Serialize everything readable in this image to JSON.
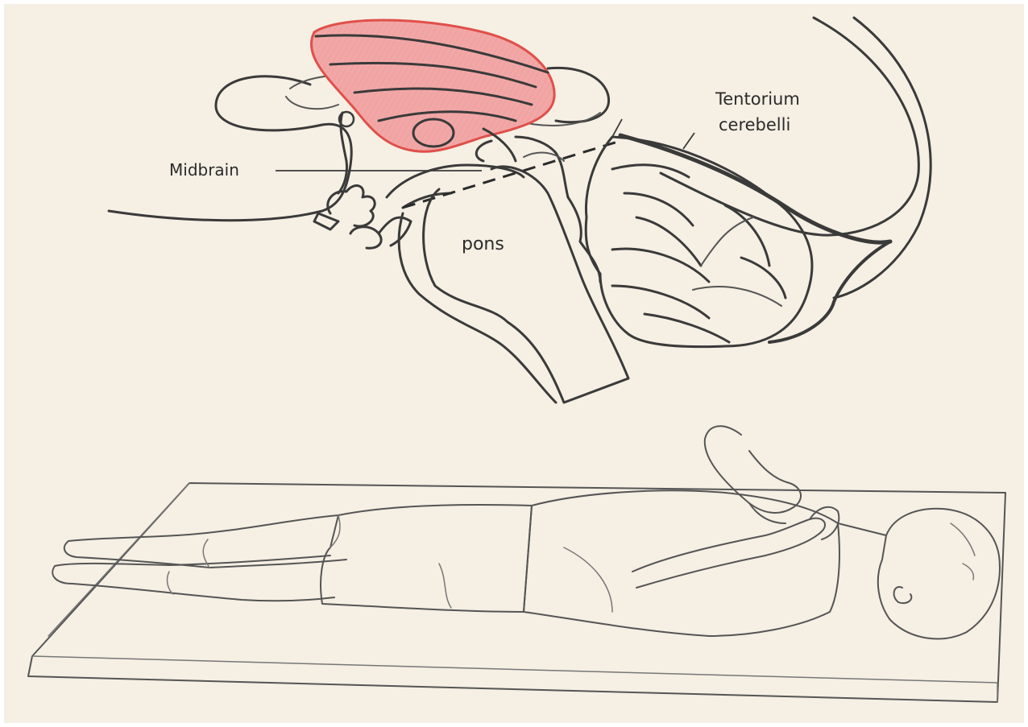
{
  "diagram": {
    "labels": {
      "midbrain": "Midbrain",
      "pons": "pons",
      "tentorium_line1": "Tentorium",
      "tentorium_line2": "cerebelli"
    },
    "colors": {
      "background": "#f5efe4",
      "highlight_fill": "#f2a7a7",
      "highlight_stroke": "#e0504a",
      "ink": "#3a3a3a"
    }
  }
}
